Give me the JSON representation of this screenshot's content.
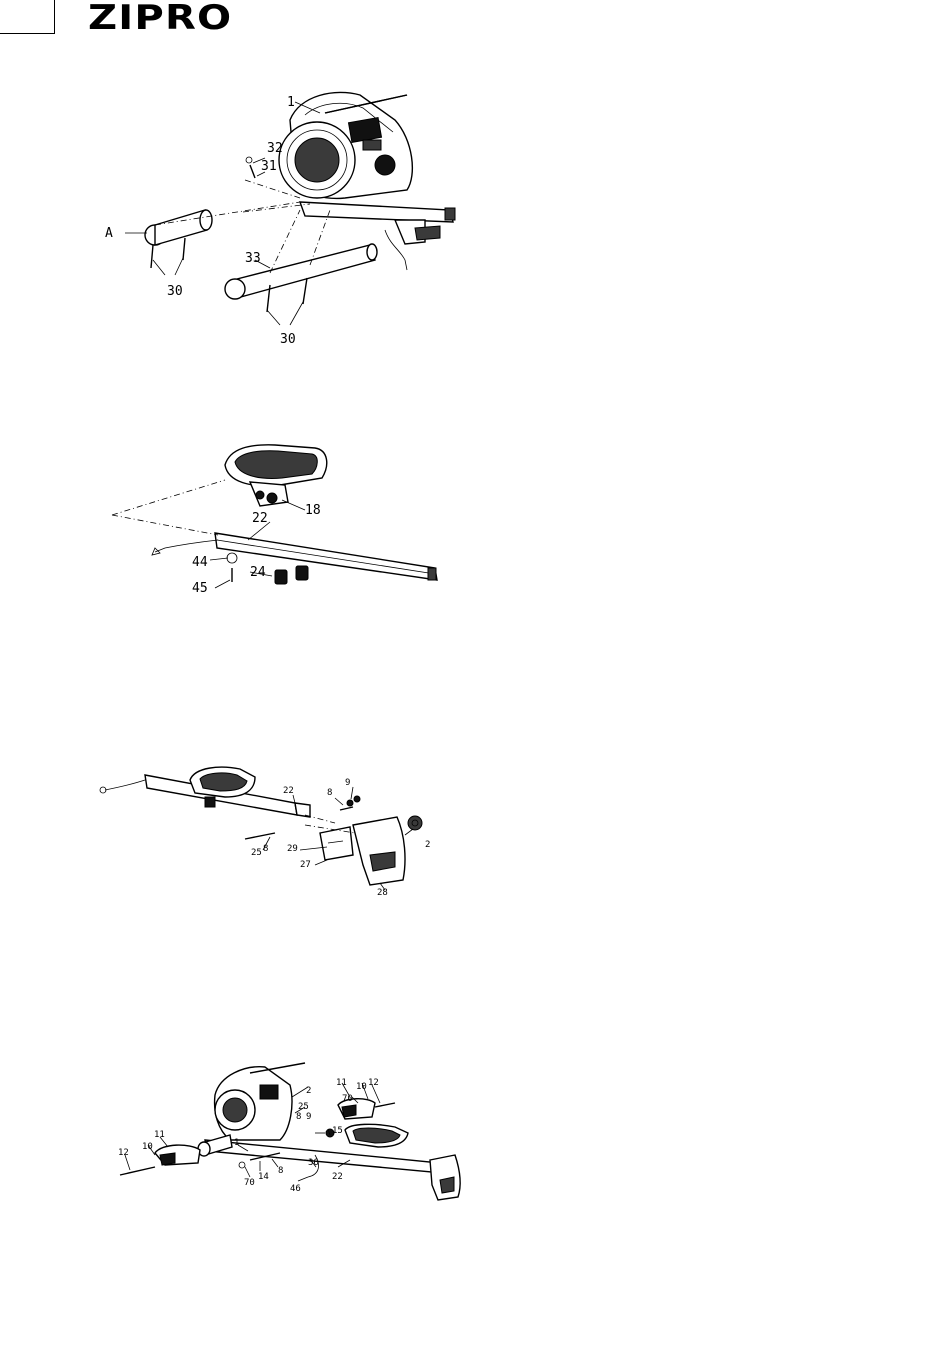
{
  "header": {
    "brand": "ZIPRO"
  },
  "figures": [
    {
      "id": "step-1",
      "labels": {
        "flywheel": "1",
        "p32": "32",
        "p31": "31",
        "a": "A",
        "p33": "33",
        "p30a": "30",
        "p30b": "30"
      }
    },
    {
      "id": "step-2",
      "labels": {
        "p18": "18",
        "p22": "22",
        "p44": "44",
        "p24": "24",
        "p45": "45"
      }
    },
    {
      "id": "step-3",
      "labels": {
        "p9": "9",
        "p8a": "8",
        "p22": "22",
        "p25": "25",
        "p8b": "8",
        "p2": "2",
        "p29": "29",
        "p27": "27",
        "p28": "28"
      }
    },
    {
      "id": "step-4",
      "labels": {
        "p2": "2",
        "p11a": "11",
        "p70a": "70",
        "p10a": "10",
        "p12a": "12",
        "p25": "25",
        "p8": "8",
        "p9": "9",
        "p15": "15",
        "p11b": "11",
        "p10b": "10",
        "p12b": "12",
        "p1": "1",
        "p36": "36",
        "p70b": "70",
        "p14": "14",
        "p8b": "8",
        "p22": "22",
        "p46": "46"
      }
    }
  ]
}
